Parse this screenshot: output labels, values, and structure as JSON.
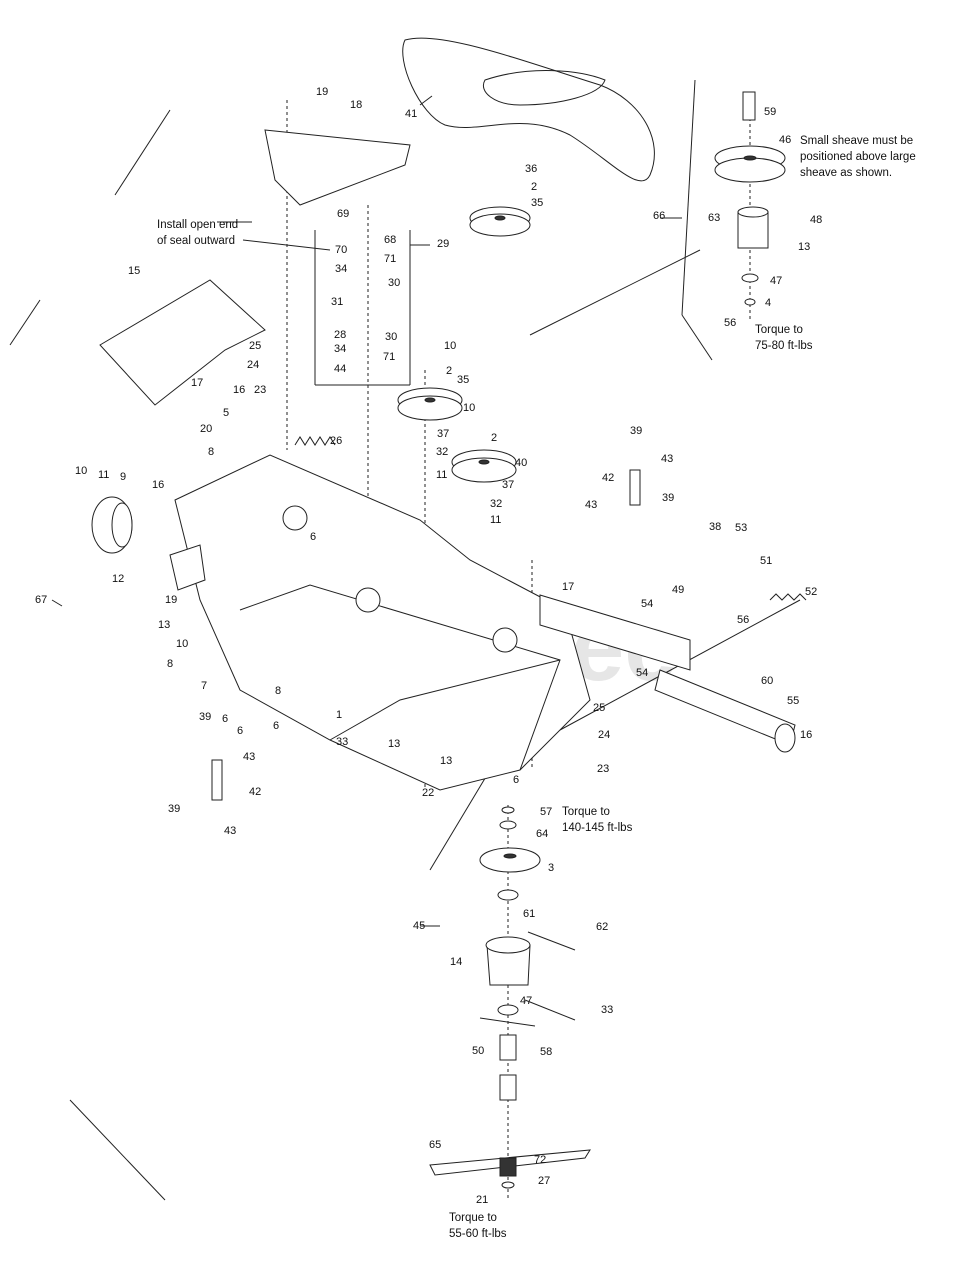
{
  "watermark": "PartsTree",
  "notes": {
    "seal": [
      "Install open end",
      "of seal outward"
    ],
    "sheave": [
      "Small sheave must be",
      "positioned above large",
      "sheave as shown."
    ],
    "torque_75": [
      "Torque to",
      "75-80 ft-lbs"
    ],
    "torque_140": [
      "Torque to",
      "140-145 ft-lbs"
    ],
    "torque_55": [
      "Torque to",
      "55-60 ft-lbs"
    ]
  },
  "part_labels": [
    "1",
    "2",
    "3",
    "4",
    "5",
    "6",
    "7",
    "8",
    "9",
    "10",
    "11",
    "12",
    "13",
    "14",
    "15",
    "16",
    "17",
    "18",
    "19",
    "20",
    "21",
    "22",
    "23",
    "24",
    "25",
    "26",
    "27",
    "28",
    "29",
    "30",
    "31",
    "32",
    "33",
    "34",
    "35",
    "36",
    "37",
    "38",
    "39",
    "40",
    "41",
    "42",
    "43",
    "44",
    "45",
    "46",
    "47",
    "48",
    "49",
    "50",
    "51",
    "52",
    "53",
    "54",
    "55",
    "56",
    "57",
    "58",
    "59",
    "60",
    "61",
    "62",
    "63",
    "64",
    "65",
    "66",
    "67",
    "68",
    "69",
    "70",
    "71",
    "72"
  ]
}
